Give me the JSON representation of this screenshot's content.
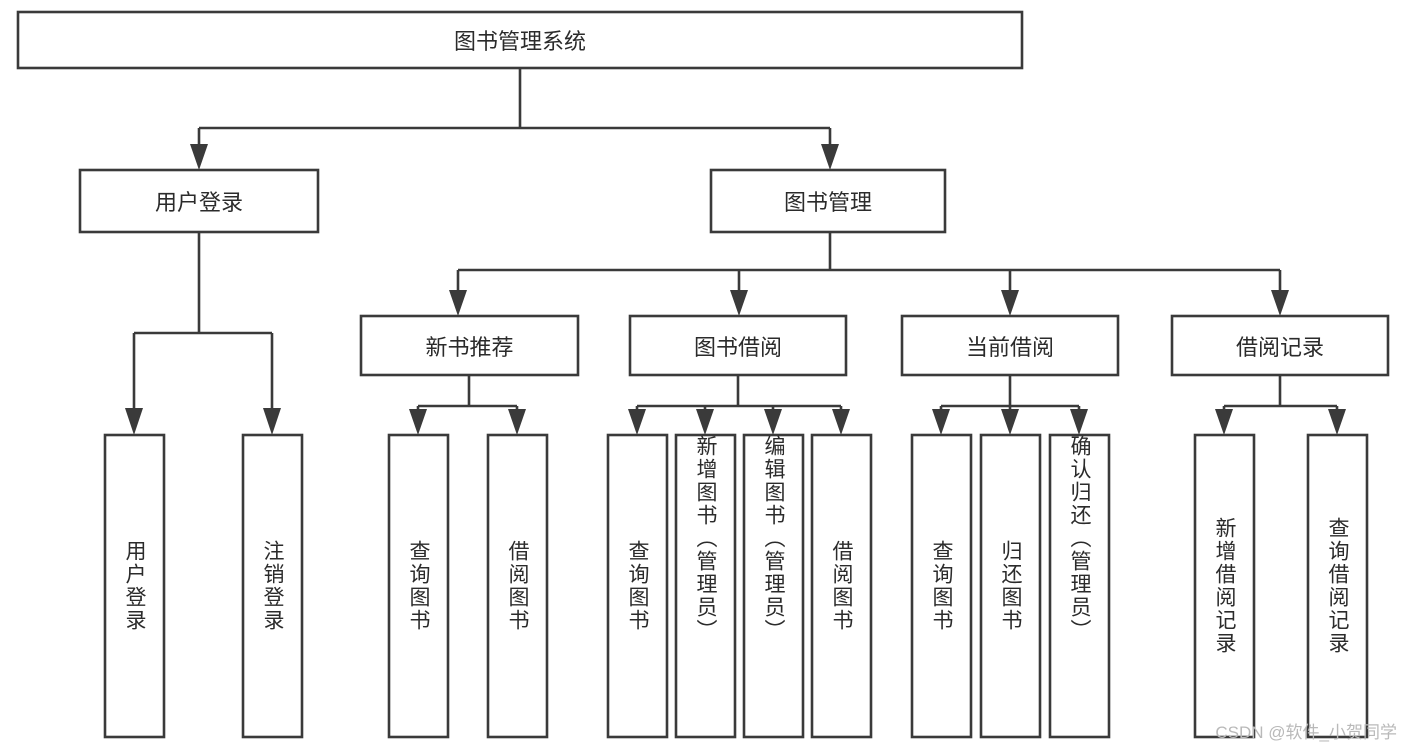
{
  "diagram": {
    "type": "tree-hierarchy",
    "title": "图书管理系统",
    "orientation": "top-down",
    "root": {
      "label": "图书管理系统",
      "level": 0
    },
    "level1": [
      {
        "label": "用户登录"
      },
      {
        "label": "图书管理"
      }
    ],
    "level2": [
      {
        "label": "新书推荐",
        "parent": "图书管理"
      },
      {
        "label": "图书借阅",
        "parent": "图书管理"
      },
      {
        "label": "当前借阅",
        "parent": "图书管理"
      },
      {
        "label": "借阅记录",
        "parent": "图书管理"
      }
    ],
    "leaves_user_login": [
      {
        "label": "用户登录"
      },
      {
        "label": "注销登录"
      }
    ],
    "leaves_new_book": [
      {
        "label": "查询图书"
      },
      {
        "label": "借阅图书"
      }
    ],
    "leaves_borrow": [
      {
        "label": "查询图书"
      },
      {
        "label": "新增图书（管理员）"
      },
      {
        "label": "编辑图书（管理员）"
      },
      {
        "label": "借阅图书"
      }
    ],
    "leaves_current": [
      {
        "label": "查询图书"
      },
      {
        "label": "归还图书"
      },
      {
        "label": "确认归还（管理员）"
      }
    ],
    "leaves_record": [
      {
        "label": "新增借阅记录"
      },
      {
        "label": "查询借阅记录"
      }
    ],
    "watermark": "CSDN @软件_小贺同学",
    "colors": {
      "stroke": "#3a3a3a",
      "fill": "#ffffff",
      "text": "#2b2b2b",
      "watermark": "#b9b9b9"
    }
  }
}
